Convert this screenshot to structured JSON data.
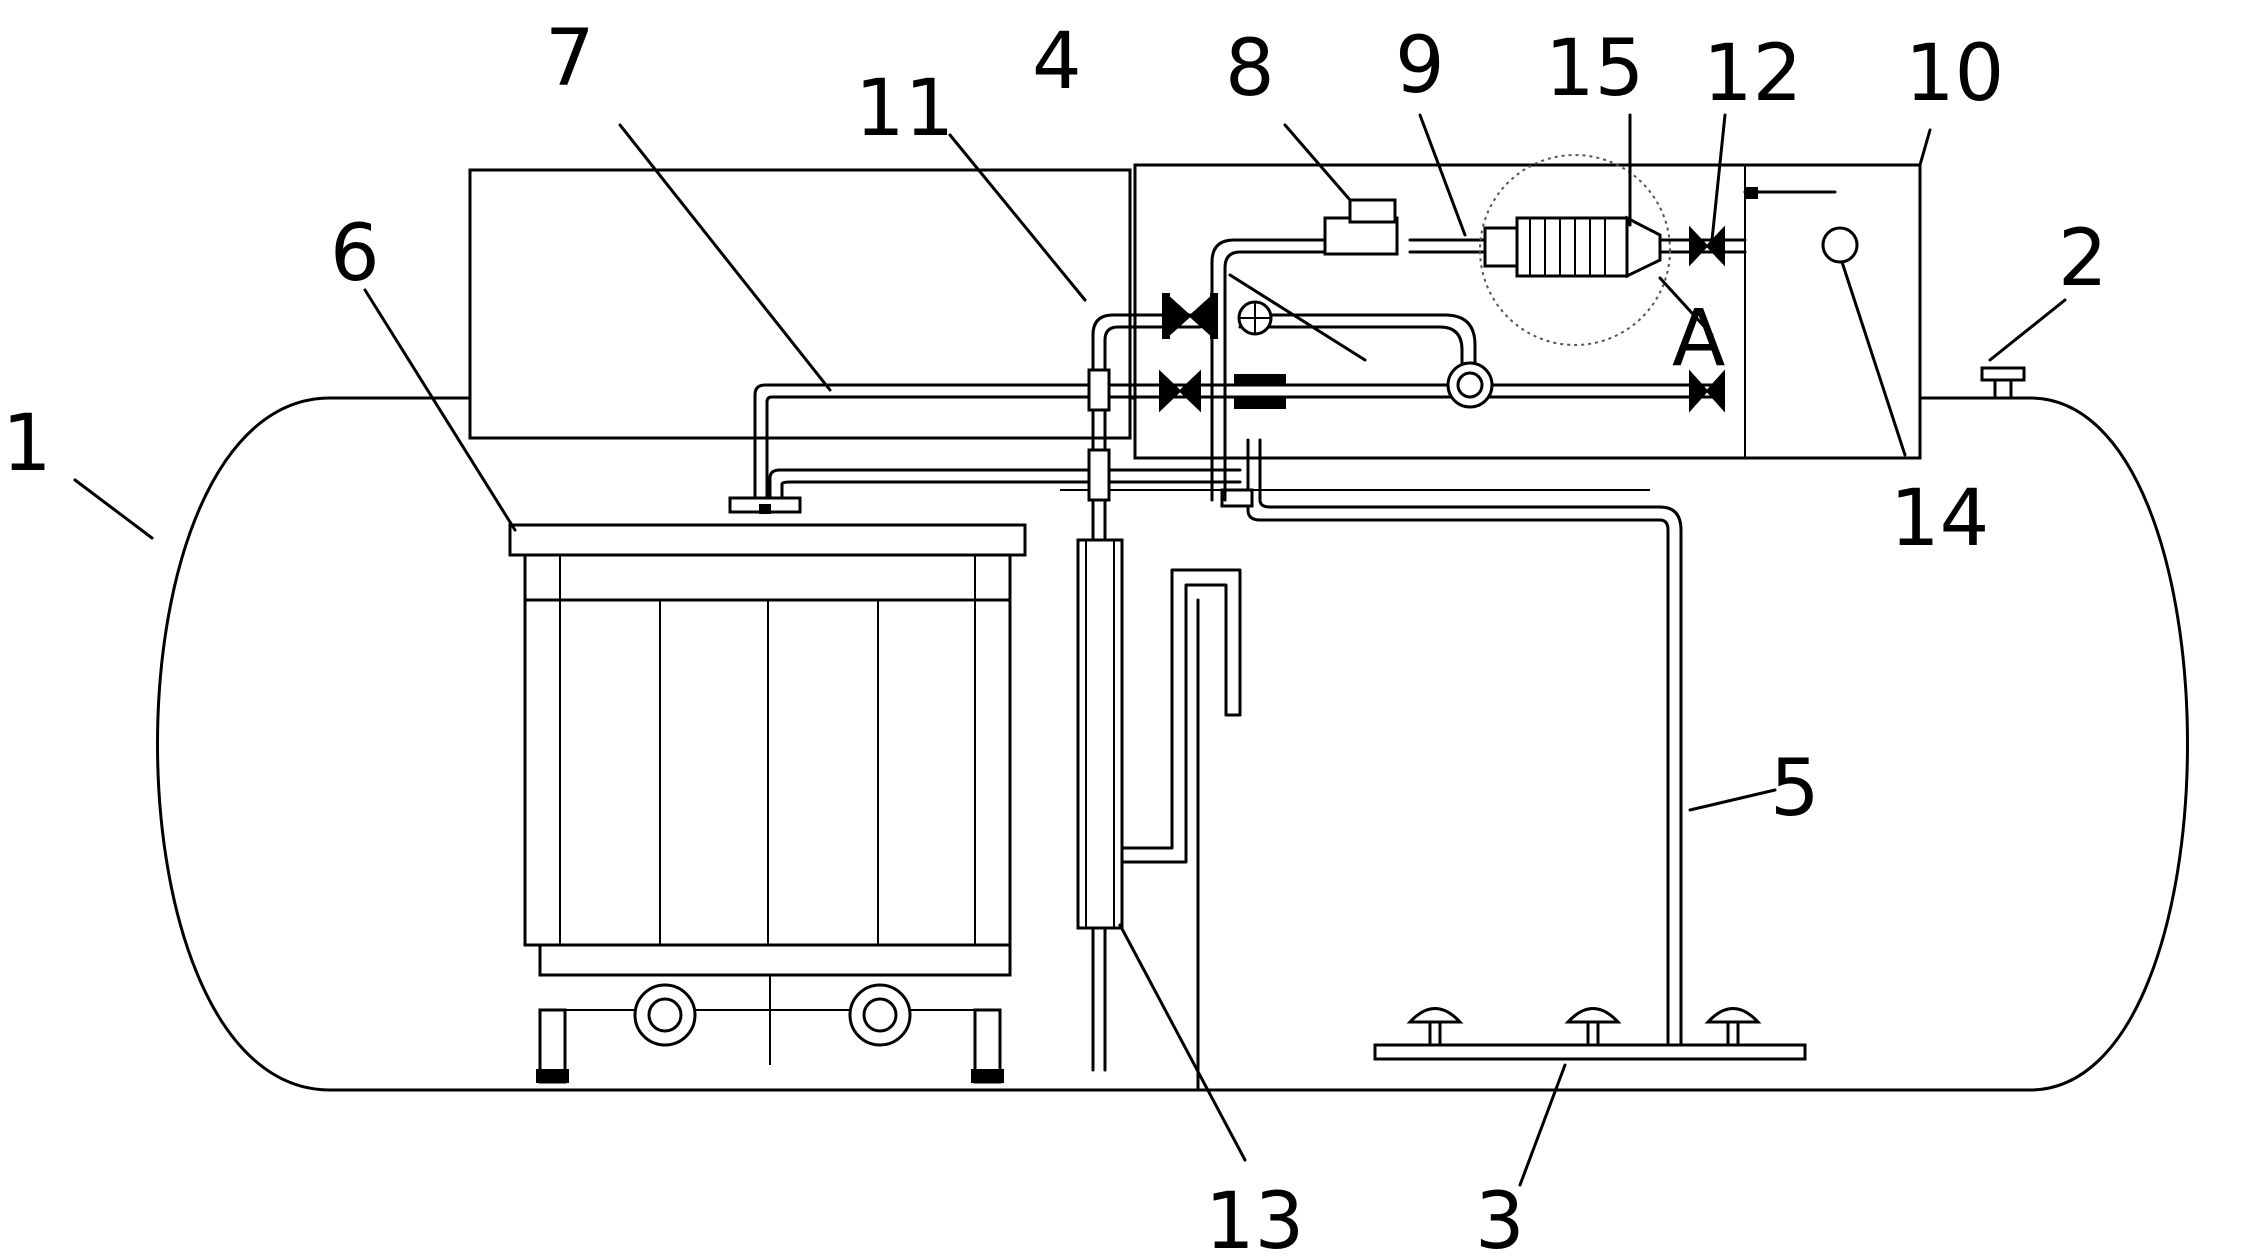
{
  "labels": {
    "l1": "1",
    "l2": "2",
    "l3": "3",
    "l4": "4",
    "l5": "5",
    "l6": "6",
    "l7": "7",
    "l8": "8",
    "l9": "9",
    "l10": "10",
    "l11": "11",
    "l12": "12",
    "l13": "13",
    "l14": "14",
    "l15": "15",
    "detail": "A"
  }
}
